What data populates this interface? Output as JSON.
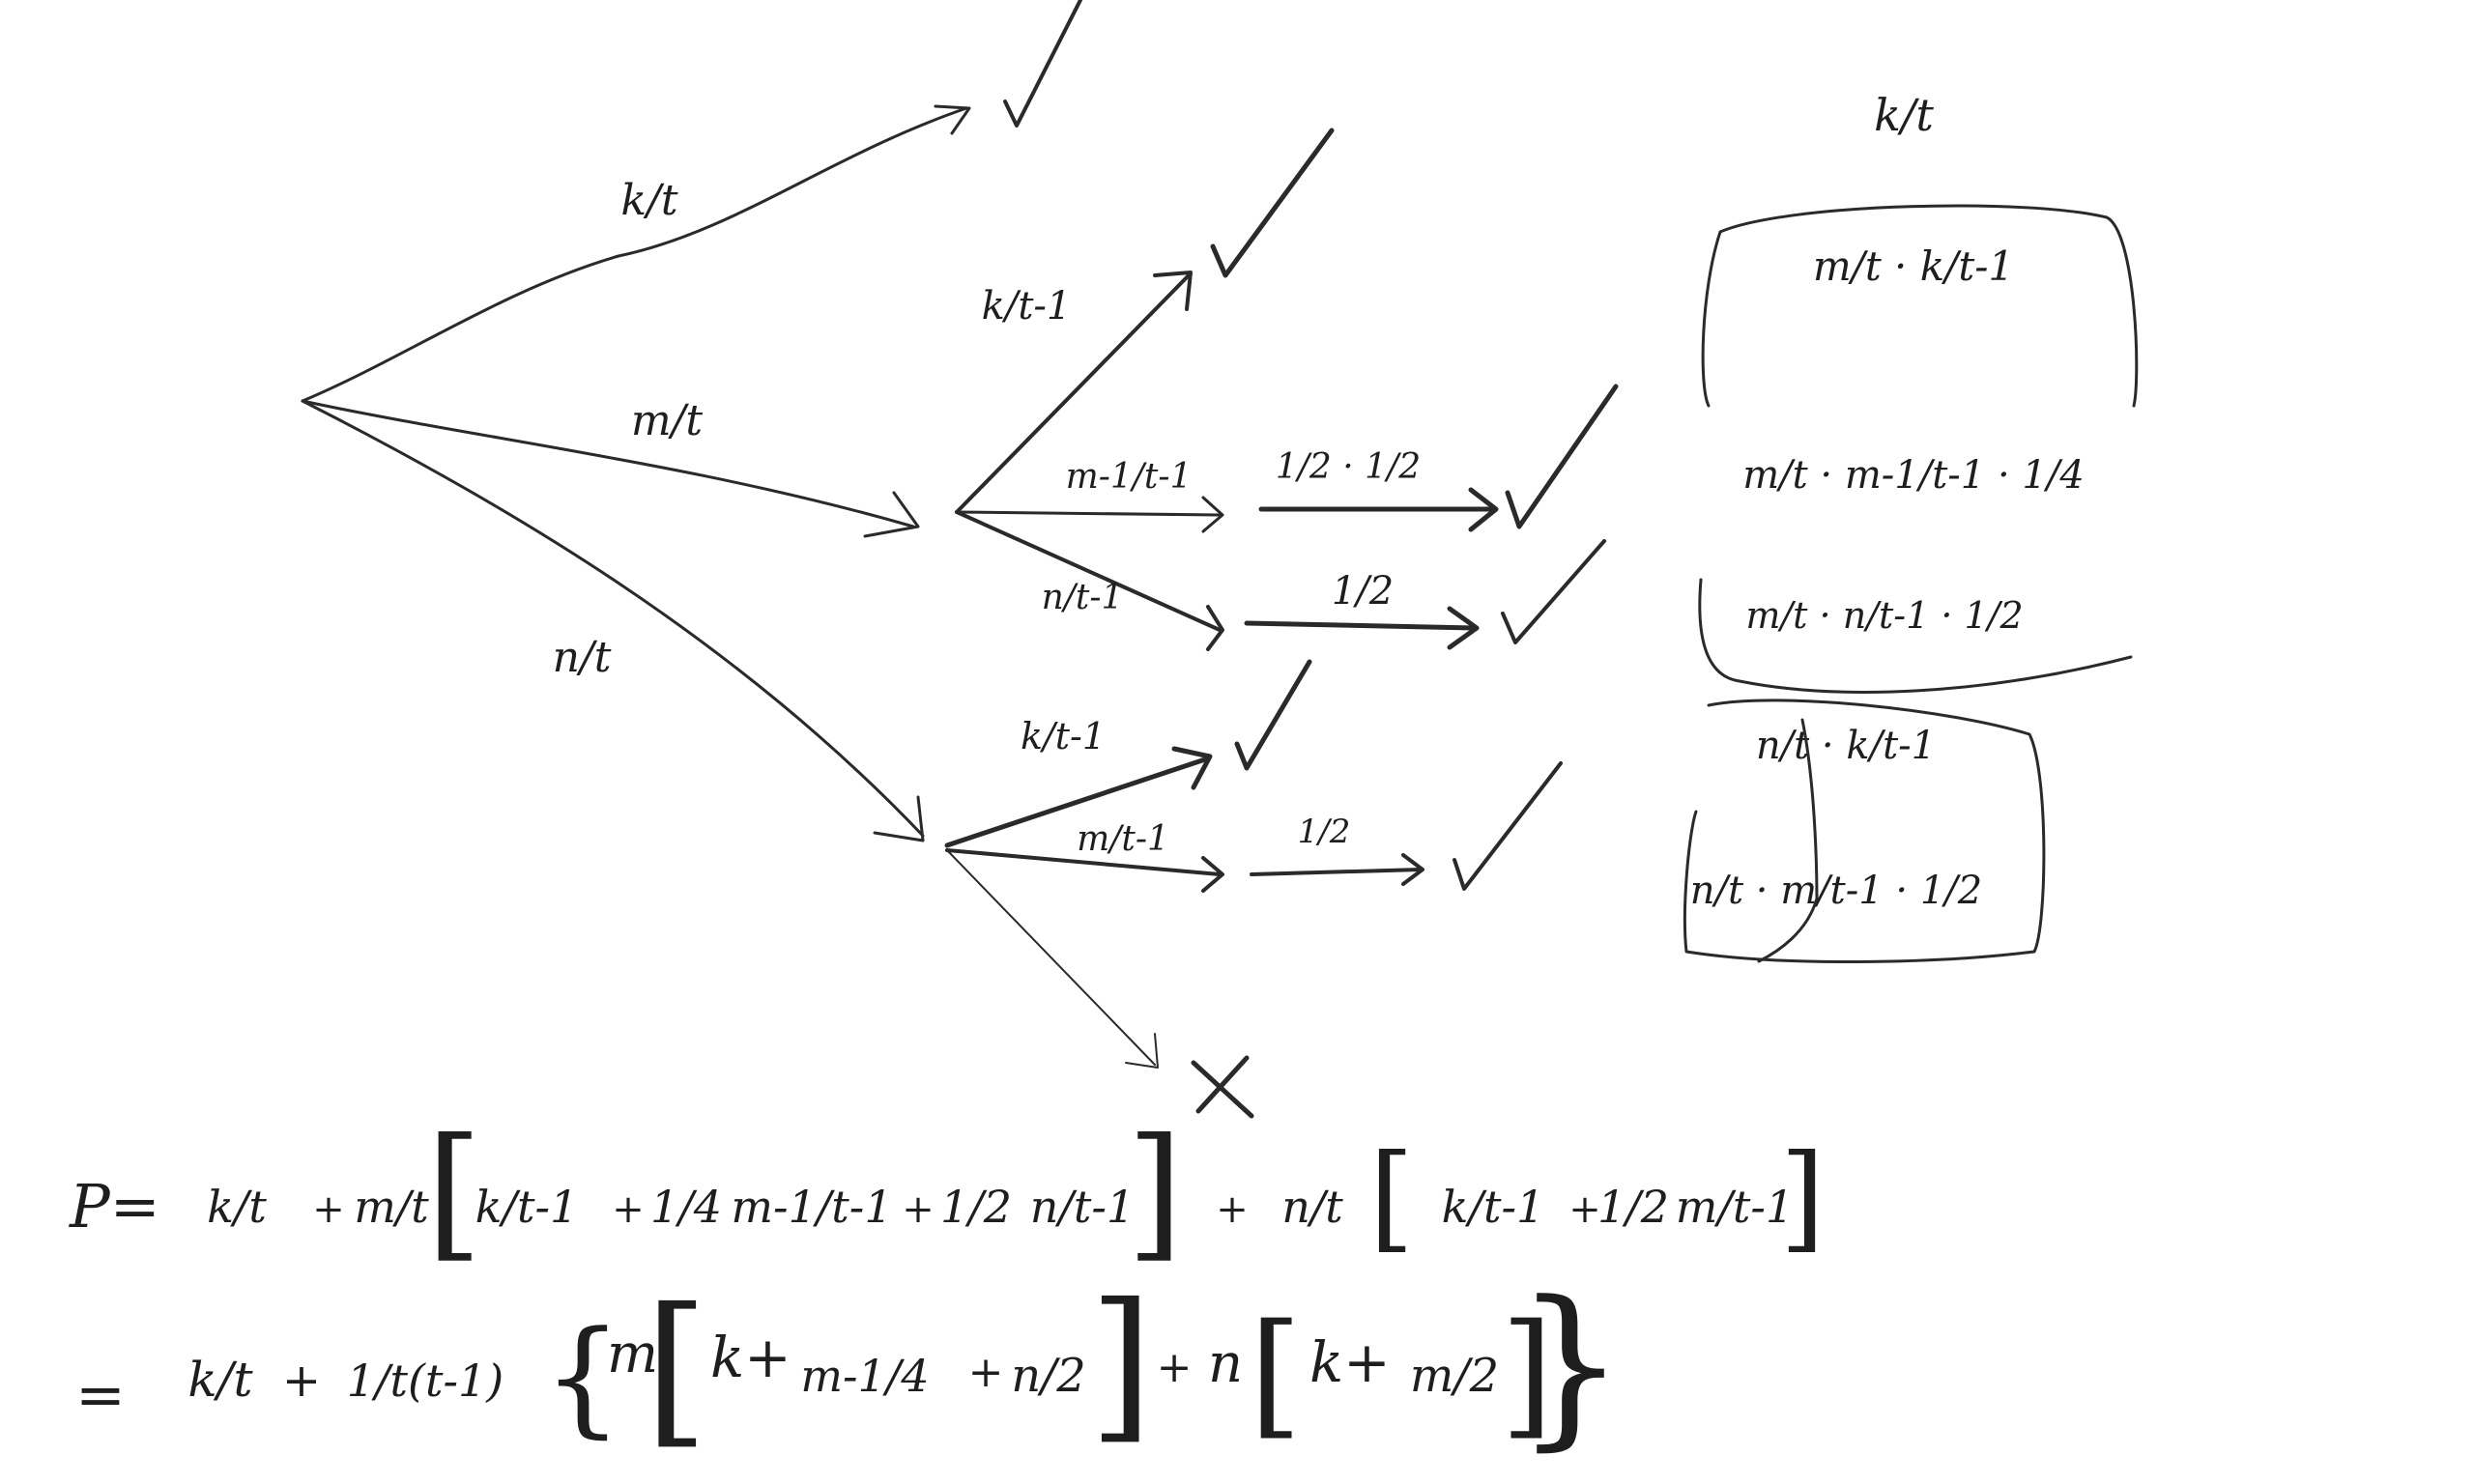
{
  "tree": {
    "level1": {
      "top": "k/t",
      "middle": "m/t",
      "bottom": "n/t"
    },
    "middle_branch": {
      "up": "k/t-1",
      "mid": "m-1/t-1",
      "down": "n/t-1",
      "mid_next": "1/2 · 1/2",
      "down_next": "1/2"
    },
    "bottom_branch": {
      "up": "k/t-1",
      "mid": "m/t-1",
      "mid_next": "1/2"
    },
    "marks": {
      "success": "✓",
      "fail": "X"
    }
  },
  "side_terms": [
    "k/t",
    "m/t · k/t-1",
    "m/t · m-1/t-1 · 1/4",
    "m/t · n/t-1 · 1/2",
    "n/t · k/t-1",
    "n/t · m/t-1 · 1/2"
  ],
  "formula": {
    "line1": {
      "lhs": "P=",
      "terms": [
        "k/t",
        "+",
        "m/t",
        "[",
        "k/t-1",
        "+",
        "1/4",
        "m-1/t-1",
        "+",
        "1/2",
        "n/t-1",
        "]",
        "+",
        "n/t",
        "[",
        "k/t-1",
        "+",
        "1/2",
        "m/t-1",
        "]"
      ]
    },
    "line2": {
      "lhs": "=",
      "terms": [
        "k/t",
        "+",
        "1/t(t-1)",
        "{",
        "m",
        "[",
        "k+",
        "m-1/4",
        "+",
        "n/2",
        "]",
        "+",
        "n",
        "[",
        "k+",
        "m/2",
        "]",
        "}"
      ]
    }
  }
}
